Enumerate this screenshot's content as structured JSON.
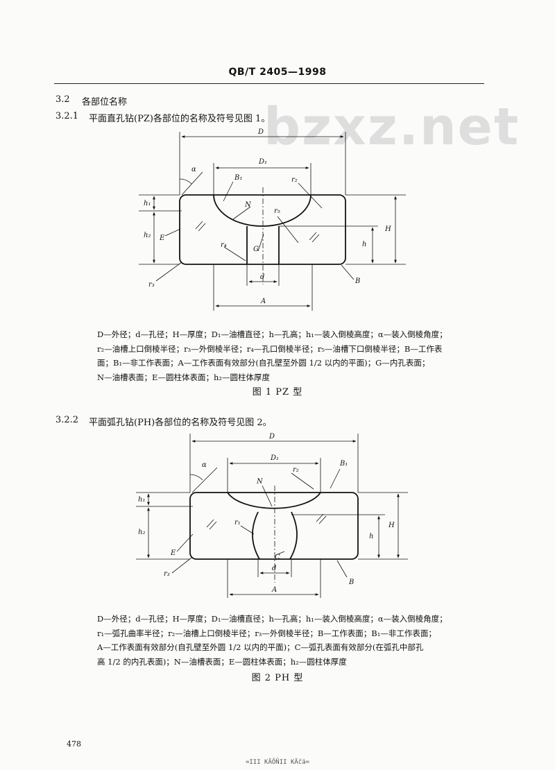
{
  "header": {
    "standard": "QB/T 2405—1998"
  },
  "watermark": "bzxz.net",
  "sec_3_2": {
    "num": "3.2",
    "title": "各部位名称"
  },
  "sec_3_2_1": {
    "num": "3.2.1",
    "text": "平面直孔钻(PZ)各部位的名称及符号见图 1。"
  },
  "sec_3_2_2": {
    "num": "3.2.2",
    "text": "平面弧孔钻(PH)各部位的名称及符号见图 2。"
  },
  "fig1": {
    "labels": {
      "D": "D",
      "D1": "D₁",
      "alpha": "α",
      "B1": "B₁",
      "r2": "r₂",
      "N": "N",
      "r5": "r₅",
      "h1": "h₁",
      "h2": "h₂",
      "E": "E",
      "r4": "r₄",
      "G": "G",
      "H": "H",
      "h": "h",
      "d": "d",
      "r3": "r₃",
      "B": "B",
      "A": "A"
    },
    "caption": [
      "D—外径；d—孔径；H—厚度；D₁—油槽直径；h—孔高；h₁—装入倒棱高度；α—装入倒棱角度；",
      "r₂—油槽上口倒棱半径；r₃—外倒棱半径；r₄—孔口倒棱半径；r₅—油槽下口倒棱半径；B—工作表",
      "面；B₁—非工作表面；A—工作表面有效部分(自孔壁至外圆 1/2 以内的平面)；G—内孔表面；",
      "N—油槽表面；E—圆柱体表面；h₂—圆柱体厚度"
    ],
    "title": "图 1   PZ 型"
  },
  "fig2": {
    "labels": {
      "D": "D",
      "D1": "D₁",
      "alpha": "α",
      "B1": "B₁",
      "r2": "r₂",
      "N": "N",
      "r1": "r₁",
      "h1": "h₁",
      "h2": "h₂",
      "E": "E",
      "C": "C",
      "H": "H",
      "h": "h",
      "d": "d",
      "r3": "r₃",
      "B": "B",
      "A": "A"
    },
    "caption": [
      "D—外径；d—孔径；H—厚度；D₁—油槽直径；h—孔高；h₁—装入倒棱高度；α—装入倒棱角度；",
      "r₁—弧孔曲率半径；r₂—油槽上口倒棱半径；r₃—外倒棱半径；B—工作表面；B₁—非工作表面；",
      "A—工作表面有效部分(自孔壁至外圆 1/2 以内的平面)；C—弧孔表面有效部分(在弧孔中部孔",
      "高 1/2 的内孔表面)；N—油槽表面；E—圆柱体表面；h₂—圆柱体厚度"
    ],
    "title": "图 2   PH 型"
  },
  "page_number": "478",
  "footer": "=ΙΙΙ KÄÕÑΙΙ KÄc̃ä="
}
